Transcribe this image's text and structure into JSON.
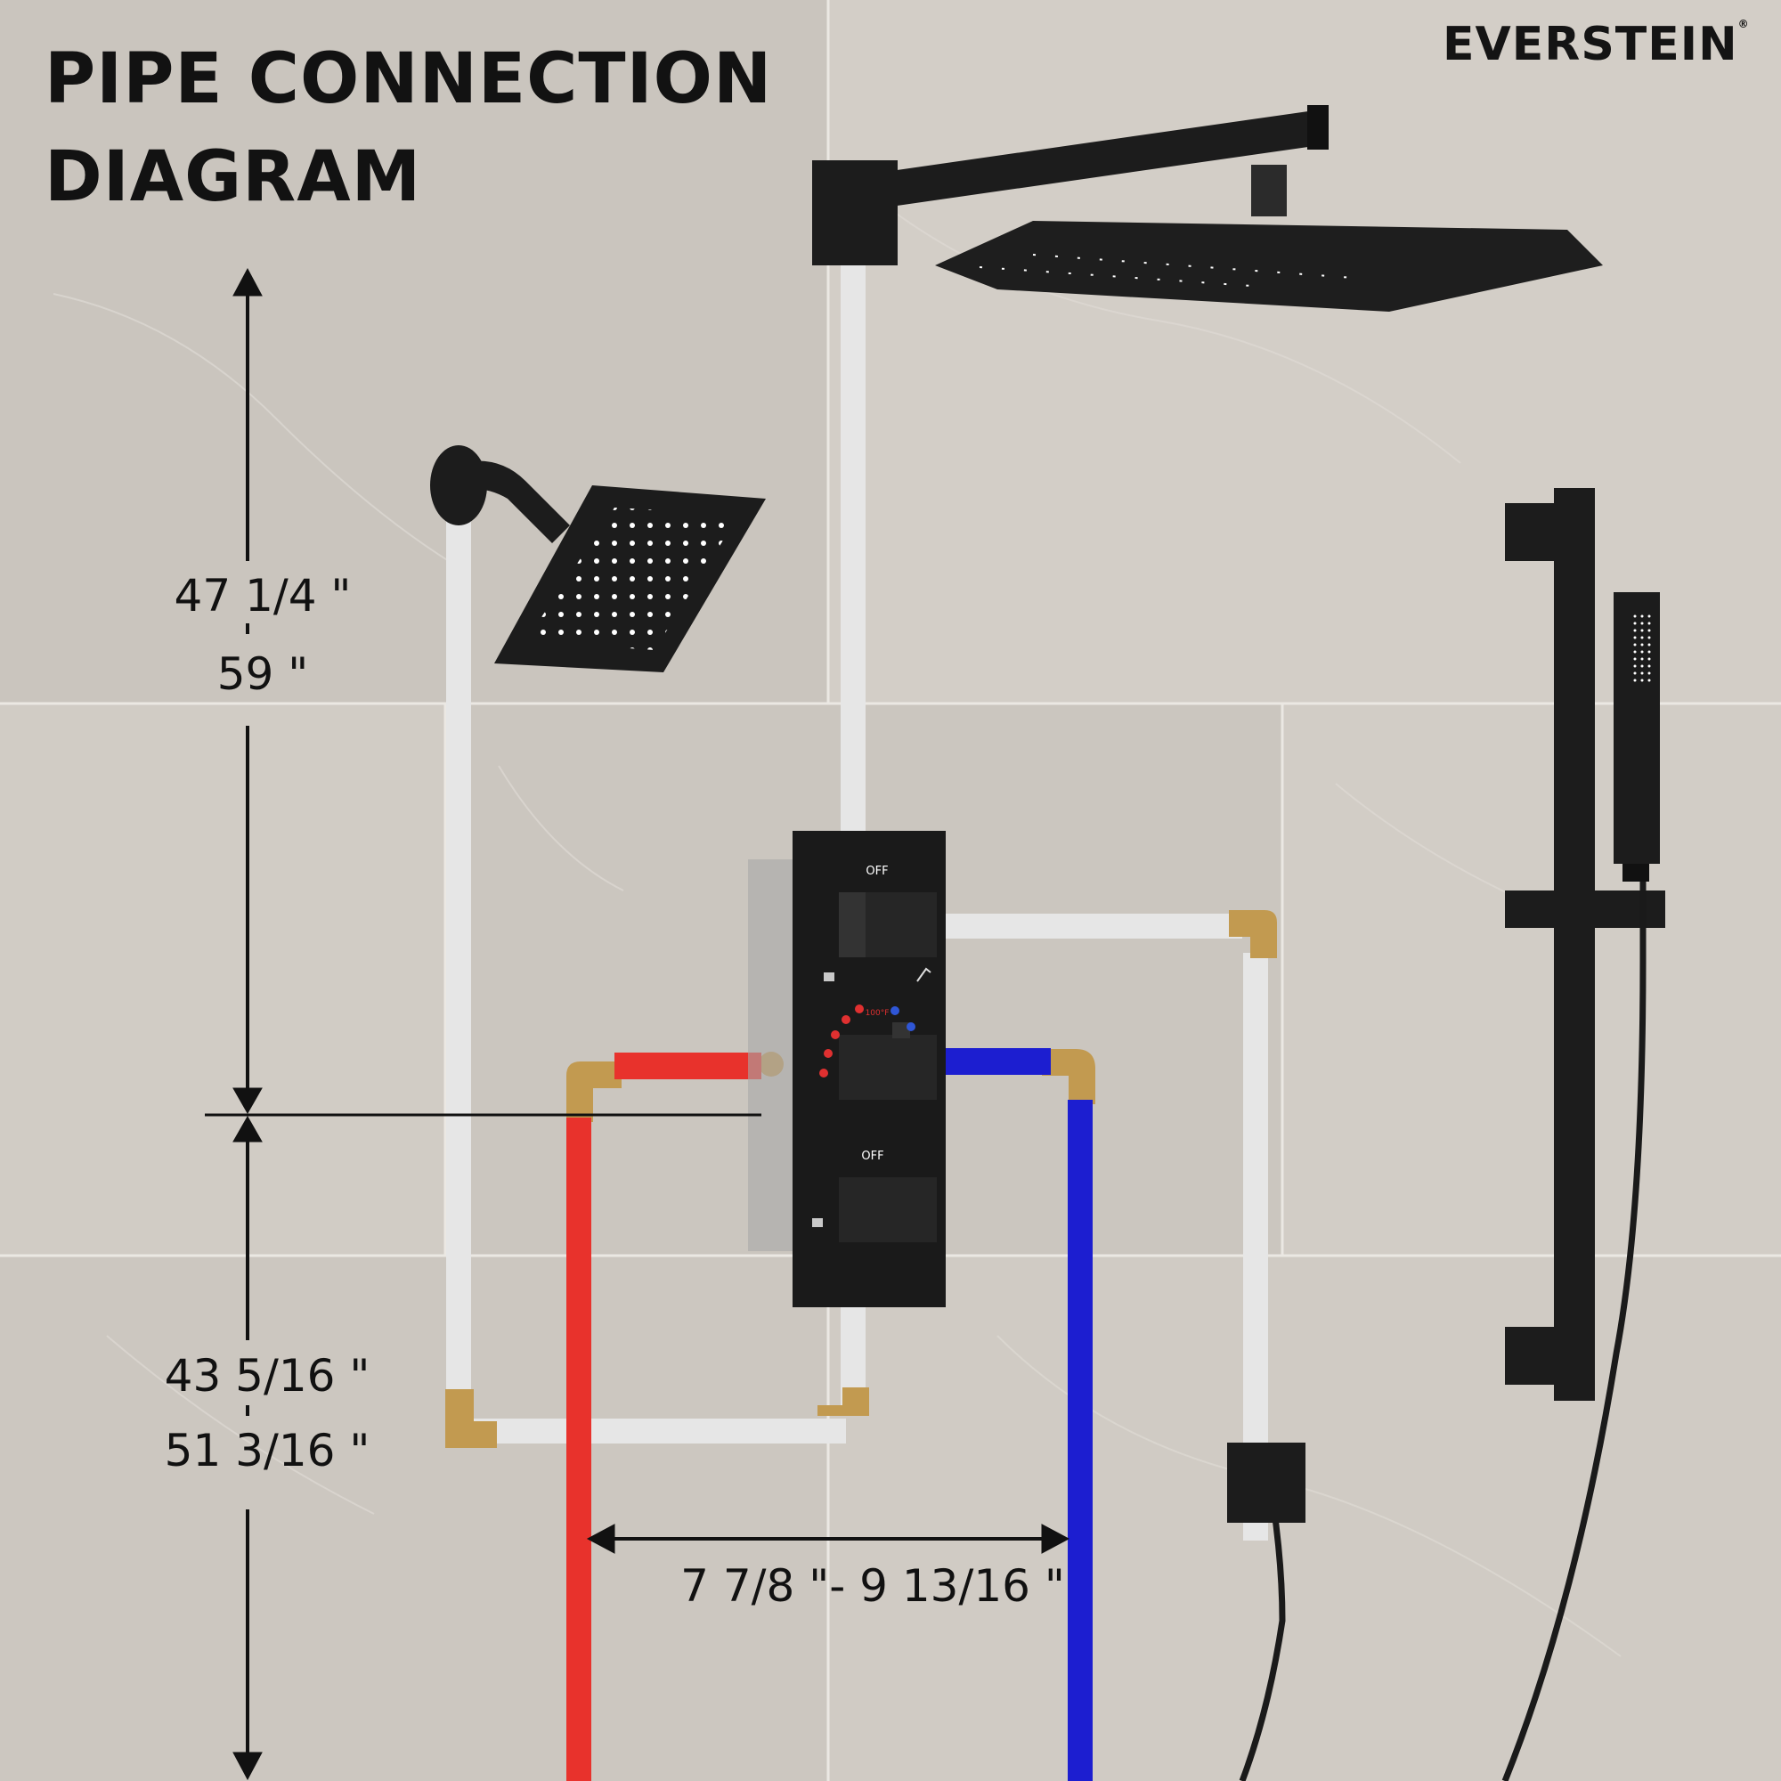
{
  "title": {
    "line1": "PIPE CONNECTION",
    "line2": "DIAGRAM"
  },
  "brand": {
    "name": "EVERSTEIN",
    "mark": "®"
  },
  "dimensions": {
    "upper_min": "47 1/4 \"",
    "upper_max": "59 \"",
    "lower_min": "43 5/16 \"",
    "lower_max": "51 3/16 \"",
    "spacing": "7 7/8 \"- 9 13/16 \""
  },
  "valve": {
    "top_label": "OFF",
    "bottom_label": "OFF",
    "temp_label": "100°F"
  },
  "colors": {
    "hot_pipe": "#e8322c",
    "cold_pipe": "#1c1ed0",
    "white_pipe": "#e6e6e6",
    "fitting": "#c29a50",
    "fixture": "#1c1c1c",
    "wall": "#cfcac3"
  },
  "icons": {
    "top_left": "rain-shower-icon",
    "top_right": "hand-shower-icon",
    "bottom_left": "rain-shower-icon"
  }
}
